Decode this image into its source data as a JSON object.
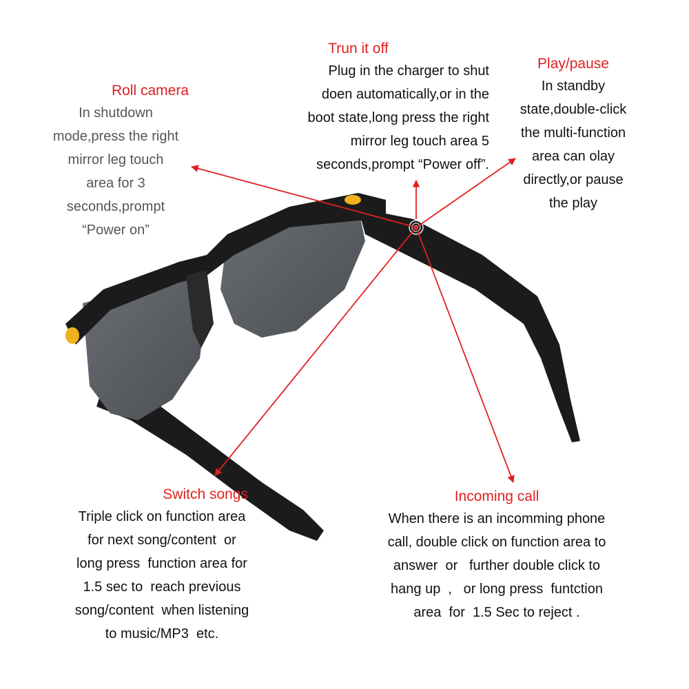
{
  "colors": {
    "accent": "#e02020",
    "frame": "#1b1b1b",
    "lens": "#5d6166",
    "led": "#f2b21d"
  },
  "icons": {
    "touch_zone": "fingerprint-icon"
  },
  "callouts": {
    "trun": {
      "title": "Trun it off",
      "lines": [
        "Plug in the charger to shut",
        "doen automatically,or in the",
        "boot state,long press the right",
        "mirror leg touch area 5",
        "seconds,prompt “Power off”."
      ]
    },
    "play": {
      "title": "Play/pause",
      "lines": [
        "In standby",
        "state,double-click",
        "the multi-function",
        "area can olay",
        "directly,or pause",
        "the play"
      ]
    },
    "roll": {
      "title": "Roll camera",
      "lines": [
        "In shutdown",
        "mode,press the right",
        "mirror leg touch",
        "area for 3",
        "seconds,prompt",
        "“Power on”"
      ]
    },
    "switch": {
      "title": "Switch songs",
      "lines": [
        "Triple click on function area",
        "for next song/content  or",
        "long press  function area for",
        "1.5 sec to  reach previous",
        "song/content  when listening",
        "to music/MP3  etc."
      ]
    },
    "incoming": {
      "title": "Incoming call",
      "lines": [
        "When there is an incomming phone",
        "call, double click on function area to",
        "answer  or   further double click to",
        "hang up  ,   or long press  funtction",
        "area  for  1.5 Sec to reject ."
      ]
    }
  }
}
